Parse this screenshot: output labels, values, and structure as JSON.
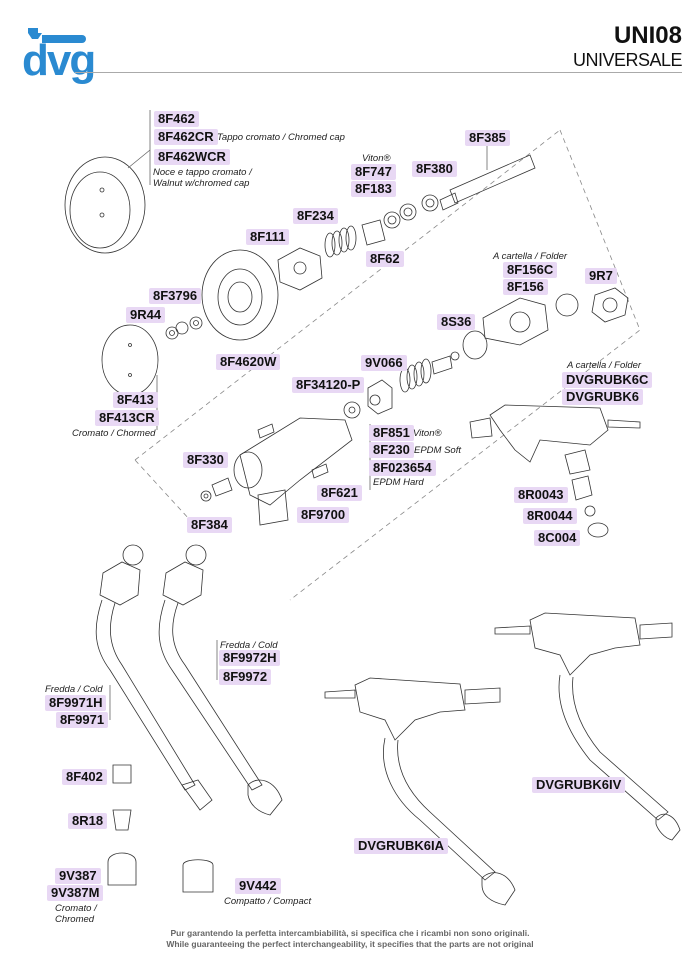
{
  "header": {
    "logo_text": "dvg",
    "title": "UNI08",
    "subtitle": "UNIVERSALE",
    "brand_color": "#2a8ad1"
  },
  "parts": [
    {
      "code": "8F462"
    },
    {
      "code": "8F462CR",
      "note": "Tappo cromato / Chromed cap"
    },
    {
      "code": "8F462WCR",
      "note": "Noce e tappo cromato /",
      "note2": "Walnut w/chromed cap"
    },
    {
      "code": "8F385"
    },
    {
      "code": "8F747",
      "note": "Viton®"
    },
    {
      "code": "8F183"
    },
    {
      "code": "8F380"
    },
    {
      "code": "8F234"
    },
    {
      "code": "8F111"
    },
    {
      "code": "8F62"
    },
    {
      "code": "8F156C",
      "note": "A cartella / Folder"
    },
    {
      "code": "8F156"
    },
    {
      "code": "9R7"
    },
    {
      "code": "8F3796"
    },
    {
      "code": "9R44"
    },
    {
      "code": "8S36"
    },
    {
      "code": "8F4620W"
    },
    {
      "code": "9V066"
    },
    {
      "code": "DVGRUBK6C",
      "note": "A cartella / Folder"
    },
    {
      "code": "DVGRUBK6"
    },
    {
      "code": "8F413"
    },
    {
      "code": "8F413CR",
      "note": "Cromato / Chormed"
    },
    {
      "code": "8F34120-P"
    },
    {
      "code": "8F851",
      "note": "Viton®"
    },
    {
      "code": "8F230",
      "note": "EPDM Soft"
    },
    {
      "code": "8F023654",
      "note": "EPDM Hard"
    },
    {
      "code": "8F330"
    },
    {
      "code": "8F621"
    },
    {
      "code": "8F9700"
    },
    {
      "code": "8F384"
    },
    {
      "code": "8R0043"
    },
    {
      "code": "8R0044"
    },
    {
      "code": "8C004"
    },
    {
      "code": "8F9972H",
      "note": "Fredda / Cold"
    },
    {
      "code": "8F9972"
    },
    {
      "code": "8F9971H",
      "note": "Fredda / Cold"
    },
    {
      "code": "8F9971"
    },
    {
      "code": "8F402"
    },
    {
      "code": "8R18"
    },
    {
      "code": "9V387"
    },
    {
      "code": "9V387M",
      "note": "Cromato /",
      "note2": "Chromed"
    },
    {
      "code": "9V442",
      "note": "Compatto / Compact"
    },
    {
      "code": "DVGRUBK6IV"
    },
    {
      "code": "DVGRUBK6IA"
    }
  ],
  "footer": {
    "line1": "Pur garantendo la perfetta intercambiabilità, si specifica che i ricambi non sono originali.",
    "line2": "While guaranteeing the perfect interchangeability, it specifies that the parts are not original"
  }
}
